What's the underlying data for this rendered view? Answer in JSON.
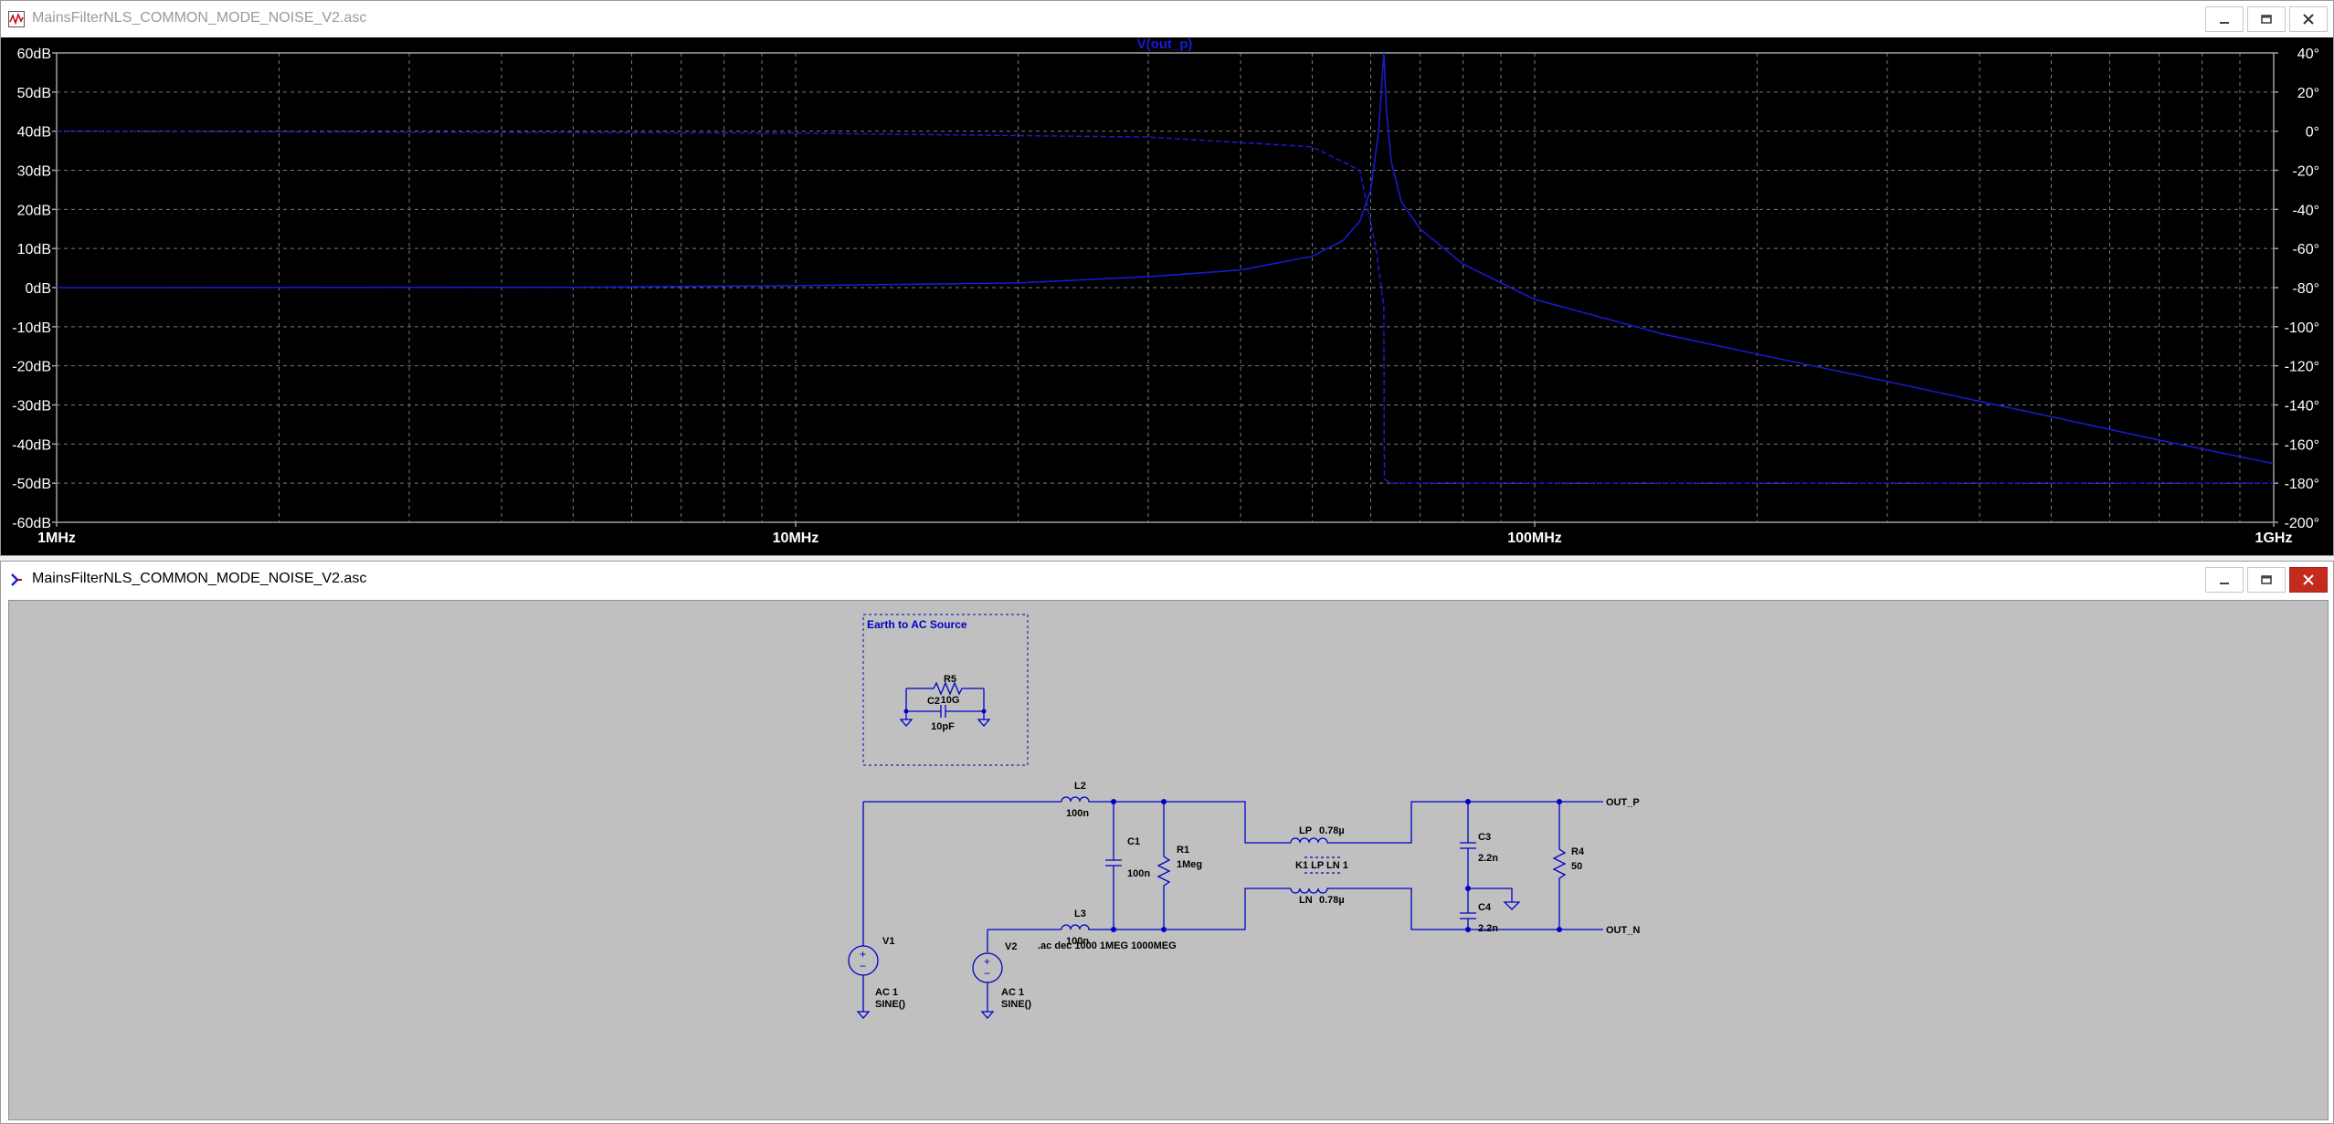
{
  "plot_window": {
    "title": "MainsFilterNLS_COMMON_MODE_NOISE_V2.asc",
    "icon": "waveform-icon",
    "trace_label": "V(out_p)"
  },
  "schematic_window": {
    "title": "MainsFilterNLS_COMMON_MODE_NOISE_V2.asc",
    "icon": "ltspice-icon"
  },
  "colors": {
    "plot_bg": "#000000",
    "grid": "#7a7a7a",
    "axis_text": "#ffffff",
    "trace": "#1a1ad8",
    "wire": "#0000c8",
    "schematic_bg": "#c0c0c0"
  },
  "chart_data": {
    "type": "line",
    "x_scale": "log",
    "xlim": [
      1000000,
      1000000000
    ],
    "x_ticks": [
      "1MHz",
      "10MHz",
      "100MHz",
      "1GHz"
    ],
    "y_left_ticks": [
      "60dB",
      "50dB",
      "40dB",
      "30dB",
      "20dB",
      "10dB",
      "0dB",
      "-10dB",
      "-20dB",
      "-30dB",
      "-40dB",
      "-50dB",
      "-60dB"
    ],
    "y_right_ticks": [
      "40°",
      "20°",
      "0°",
      "-20°",
      "-40°",
      "-60°",
      "-80°",
      "-100°",
      "-120°",
      "-140°",
      "-160°",
      "-180°",
      "-200°"
    ],
    "ylim_db": [
      -60,
      60
    ],
    "ylim_phase": [
      -200,
      40
    ],
    "grid": true,
    "series": [
      {
        "name": "V(out_p)",
        "quantity": "magnitude",
        "x": [
          1000000,
          5000000,
          10000000,
          20000000,
          30000000,
          40000000,
          50000000,
          55000000,
          58000000,
          60000000,
          61500000,
          62500000,
          63000000,
          64000000,
          66000000,
          70000000,
          80000000,
          100000000,
          150000000,
          200000000,
          300000000,
          500000000,
          700000000,
          1000000000
        ],
        "y": [
          0.0,
          0.1,
          0.5,
          1.2,
          2.8,
          4.5,
          8.0,
          12.0,
          17.0,
          25.0,
          40.0,
          60.0,
          45.0,
          32.0,
          22.0,
          15.0,
          6.0,
          -3.0,
          -12.0,
          -17.0,
          -24.0,
          -33.0,
          -39.0,
          -45.0
        ]
      },
      {
        "name": "V(out_p)",
        "quantity": "phase",
        "x": [
          1000000,
          10000000,
          30000000,
          50000000,
          58000000,
          61000000,
          62500000,
          62600000,
          64000000,
          100000000,
          1000000000
        ],
        "y": [
          0,
          -1,
          -3,
          -8,
          -20,
          -60,
          -90,
          -178,
          -180,
          -180,
          -180
        ]
      }
    ]
  },
  "schematic": {
    "earth_box_title": "Earth to AC Source",
    "components": {
      "R5": {
        "name": "R5",
        "value": "10G"
      },
      "C2": {
        "name": "C2",
        "value": "10pF"
      },
      "L2": {
        "name": "L2",
        "value": "100n"
      },
      "L3": {
        "name": "L3",
        "value": "100n"
      },
      "C1": {
        "name": "C1",
        "value": "100n"
      },
      "R1": {
        "name": "R1",
        "value": "1Meg"
      },
      "LP": {
        "name": "LP",
        "value": "0.78µ"
      },
      "LN": {
        "name": "LN",
        "value": "0.78µ"
      },
      "K1": {
        "text": "K1 LP LN 1"
      },
      "C3": {
        "name": "C3",
        "value": "2.2n"
      },
      "C4": {
        "name": "C4",
        "value": "2.2n"
      },
      "R4": {
        "name": "R4",
        "value": "50"
      },
      "V1": {
        "name": "V1",
        "line1": "AC 1",
        "line2": "SINE()"
      },
      "V2": {
        "name": "V2",
        "line1": "AC 1",
        "line2": "SINE()"
      }
    },
    "directive": ".ac dec 1000 1MEG 1000MEG",
    "net_labels": {
      "out_p": "OUT_P",
      "out_n": "OUT_N"
    }
  }
}
